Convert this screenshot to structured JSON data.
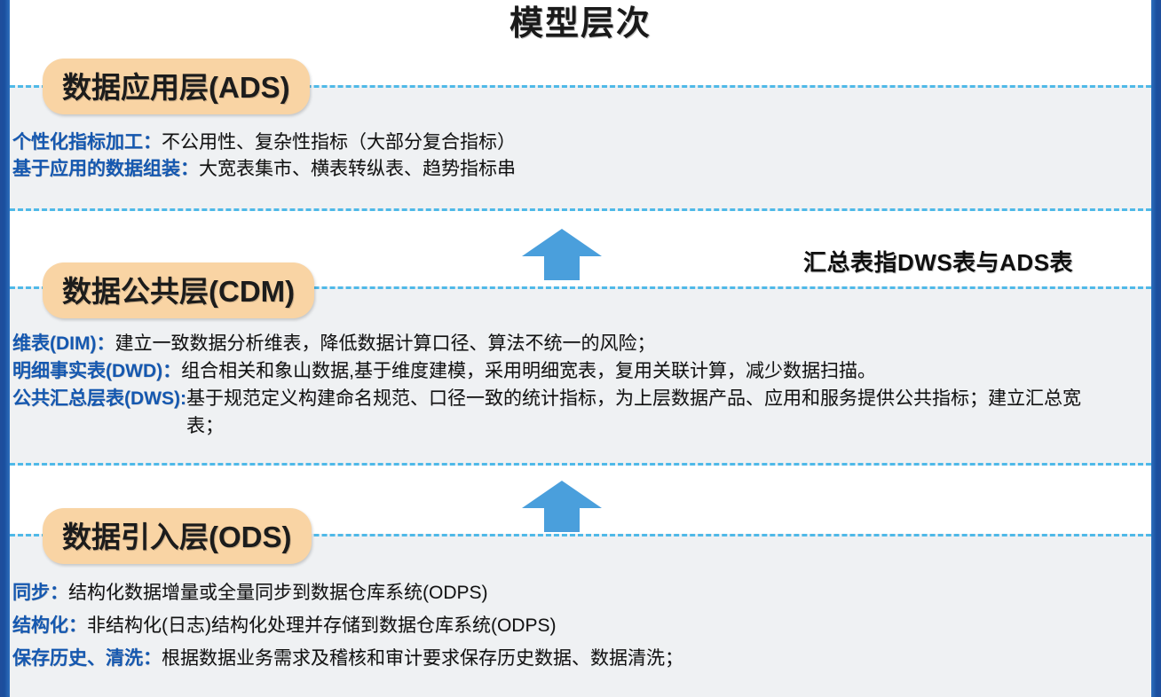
{
  "title": "模型层次",
  "colors": {
    "band_background": "#EFF1F3",
    "dashed_border": "#4FB9E8",
    "pill_background": "#F9D4A4",
    "key_text": "#1558B0",
    "arrow": "#4A9FDC",
    "rail": "#1F4E9C"
  },
  "note": "汇总表指DWS表与ADS表",
  "layers": [
    {
      "id": "ads",
      "label": "数据应用层(ADS)",
      "lines": [
        {
          "key": "个性化指标加工：",
          "text": "不公用性、复杂性指标（大部分复合指标）"
        },
        {
          "key": "基于应用的数据组装：",
          "text": "大宽表集市、横表转纵表、趋势指标串"
        }
      ]
    },
    {
      "id": "cdm",
      "label": "数据公共层(CDM)",
      "lines": [
        {
          "key": "维表(DIM)：",
          "text": "建立一致数据分析维表，降低数据计算口径、算法不统一的风险；"
        },
        {
          "key": "明细事实表(DWD)：",
          "text": "组合相关和象山数据,基于维度建模，采用明细宽表，复用关联计算，减少数据扫描。"
        },
        {
          "key": "公共汇总层表(DWS):",
          "text": "基于规范定义构建命名规范、口径一致的统计指标，为上层数据产品、应用和服务提供公共指标；建立汇总宽表；"
        }
      ]
    },
    {
      "id": "ods",
      "label": "数据引入层(ODS)",
      "lines": [
        {
          "key": "同步：",
          "text": "结构化数据增量或全量同步到数据仓库系统(ODPS)"
        },
        {
          "key": "结构化：",
          "text": "非结构化(日志)结构化处理并存储到数据仓库系统(ODPS)"
        },
        {
          "key": "保存历史、清洗：",
          "text": "根据数据业务需求及稽核和审计要求保存历史数据、数据清洗；"
        }
      ]
    }
  ],
  "arrows": [
    {
      "id": "arrow-ods-to-cdm",
      "direction": "up"
    },
    {
      "id": "arrow-cdm-to-ads",
      "direction": "up"
    }
  ]
}
